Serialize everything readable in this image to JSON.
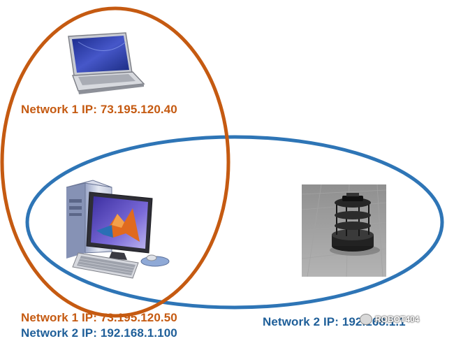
{
  "labels": {
    "laptop_ip": "Network 1 IP: 73.195.120.40",
    "desktop_ip_net1": "Network 1 IP: 73.195.120.50",
    "desktop_ip_net2": "Network 2 IP: 192.168.1.100",
    "robot_ip": "Network 2 IP: 192.168.1.1"
  },
  "watermark": {
    "text": "ROBOT404"
  },
  "colors": {
    "network1": "#c55a11",
    "network2": "#1f5f99"
  }
}
